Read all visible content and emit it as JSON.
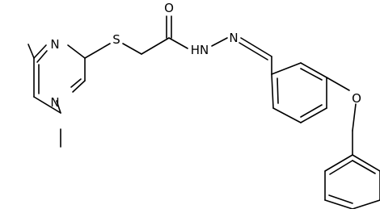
{
  "structure": {
    "atom_labels": {
      "n_pyr_top": "N",
      "n_pyr_bottom": "N",
      "s": "S",
      "o_carbonyl": "O",
      "nh": "HN",
      "n_imine": "N",
      "o_ether": "O"
    },
    "colors": {
      "bond": "#000000",
      "label": "#000000",
      "background": "#ffffff"
    }
  }
}
